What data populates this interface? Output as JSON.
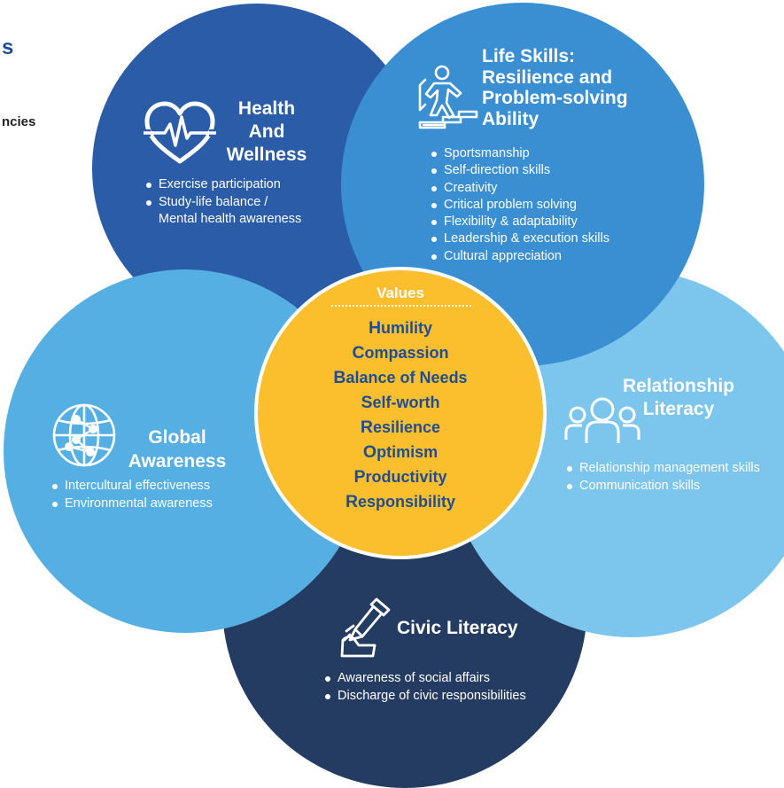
{
  "page_cut": {
    "title_fragment": "s",
    "subtitle_fragment": "ncies"
  },
  "colors": {
    "health": "#2a5ca8",
    "life_skills": "#3a8fd3",
    "relationship": "#7cc6ee",
    "civic": "#253c62",
    "global": "#56afe3",
    "values": "#fbbe2d",
    "values_text": "#1f4e94",
    "page_title": "#1f4e94"
  },
  "health": {
    "icon": "heart-pulse-icon",
    "title": [
      "Health",
      "And",
      "Wellness"
    ],
    "items": [
      "Exercise participation",
      "Study-life balance /",
      "Mental health awareness"
    ]
  },
  "life_skills": {
    "icon": "stairs-climber-icon",
    "title": [
      "Life Skills:",
      "Resilience and",
      "Problem-solving",
      "Ability"
    ],
    "items": [
      "Sportsmanship",
      "Self-direction skills",
      "Creativity",
      "Critical problem solving",
      "Flexibility & adaptability",
      "Leadership & execution skills",
      "Cultural appreciation"
    ]
  },
  "global": {
    "icon": "globe-network-icon",
    "title": [
      "Global",
      "Awareness"
    ],
    "items": [
      "Intercultural effectiveness",
      "Environmental awareness"
    ]
  },
  "relationship": {
    "icon": "people-group-icon",
    "title": [
      "Relationship",
      "Literacy"
    ],
    "items": [
      "Relationship management skills",
      "Communication skills"
    ]
  },
  "civic": {
    "icon": "hand-pen-icon",
    "title": "Civic Literacy",
    "items": [
      "Awareness of social affairs",
      "Discharge of civic responsibilities"
    ]
  },
  "values": {
    "heading": "Values",
    "list": [
      {
        "initial": "H",
        "rest": "umility"
      },
      {
        "initial": "C",
        "rest": "ompassion"
      },
      {
        "initial": "B",
        "rest": "alance of Needs"
      },
      {
        "initial": "S",
        "rest": "elf-worth"
      },
      {
        "initial": "R",
        "rest": "esilience"
      },
      {
        "initial": "O",
        "rest": "ptimism"
      },
      {
        "initial": "P",
        "rest": "roductivity"
      },
      {
        "initial": "R",
        "rest": "esponsibility"
      }
    ]
  }
}
